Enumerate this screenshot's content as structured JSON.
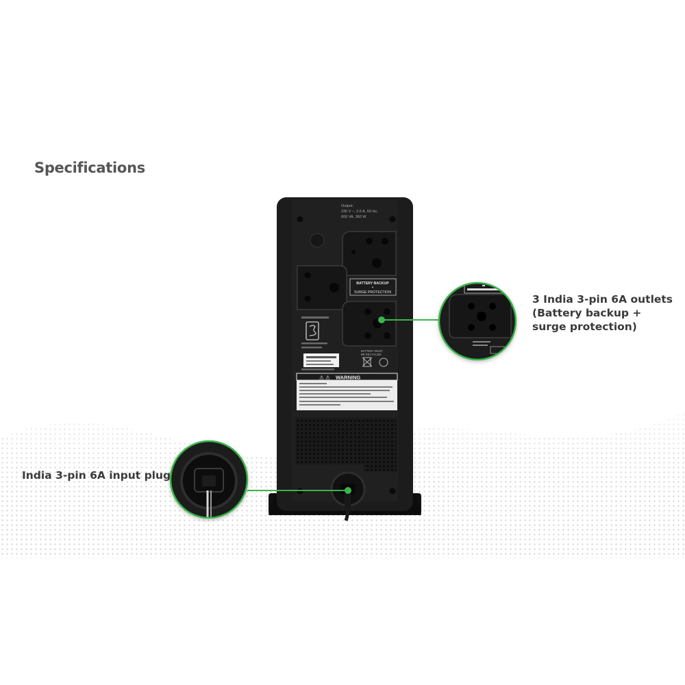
{
  "page": {
    "title": "Specifications"
  },
  "product_labels": {
    "output_heading": "Output:",
    "output_line1": "230 V ~, 2.6 A, 50 Hz,",
    "output_line2": "600 VA, 360 W",
    "outlet_tag_line1": "BATTERY BACKUP",
    "outlet_tag_line2": "+",
    "outlet_tag_line3": "SURGE PROTECTION",
    "warning_title": "WARNING",
    "battery_note_line1": "BATTERY MUST",
    "battery_note_line2": "BE RECYCLED"
  },
  "callouts": {
    "outlets": {
      "line1": "3 India 3-pin 6A outlets",
      "line2": "(Battery backup +",
      "line3": "surge protection)"
    },
    "input": {
      "text": "India 3-pin 6A input plug"
    }
  },
  "colors": {
    "accent": "#39b54a",
    "device": "#1c1c1c",
    "heading": "#555555",
    "text": "#3a3a3a"
  }
}
